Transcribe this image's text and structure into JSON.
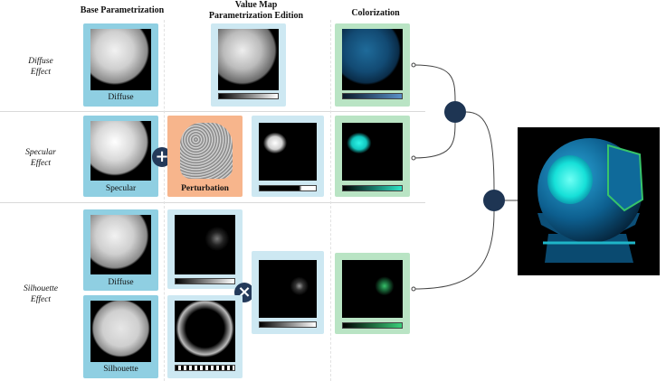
{
  "columns": {
    "base": "Base Parametrization",
    "value_map": "Value Map\nParametrization Edition",
    "colorization": "Colorization"
  },
  "rows": {
    "diffuse": "Diffuse\nEffect",
    "specular": "Specular\nEffect",
    "silhouette": "Silhouette\nEffect"
  },
  "captions": {
    "diffuse": "Diffuse",
    "specular": "Specular",
    "perturbation": "Perturbation",
    "silhouette_diffuse": "Diffuse",
    "silhouette": "Silhouette"
  },
  "operators": {
    "plus": "+",
    "times": "×"
  },
  "colors": {
    "base_panel": "#8fcfe2",
    "edit_panel": "#cde8f2",
    "color_panel": "#b9e4c4",
    "perturbation_panel": "#f7b58c",
    "node": "#1e3553"
  }
}
